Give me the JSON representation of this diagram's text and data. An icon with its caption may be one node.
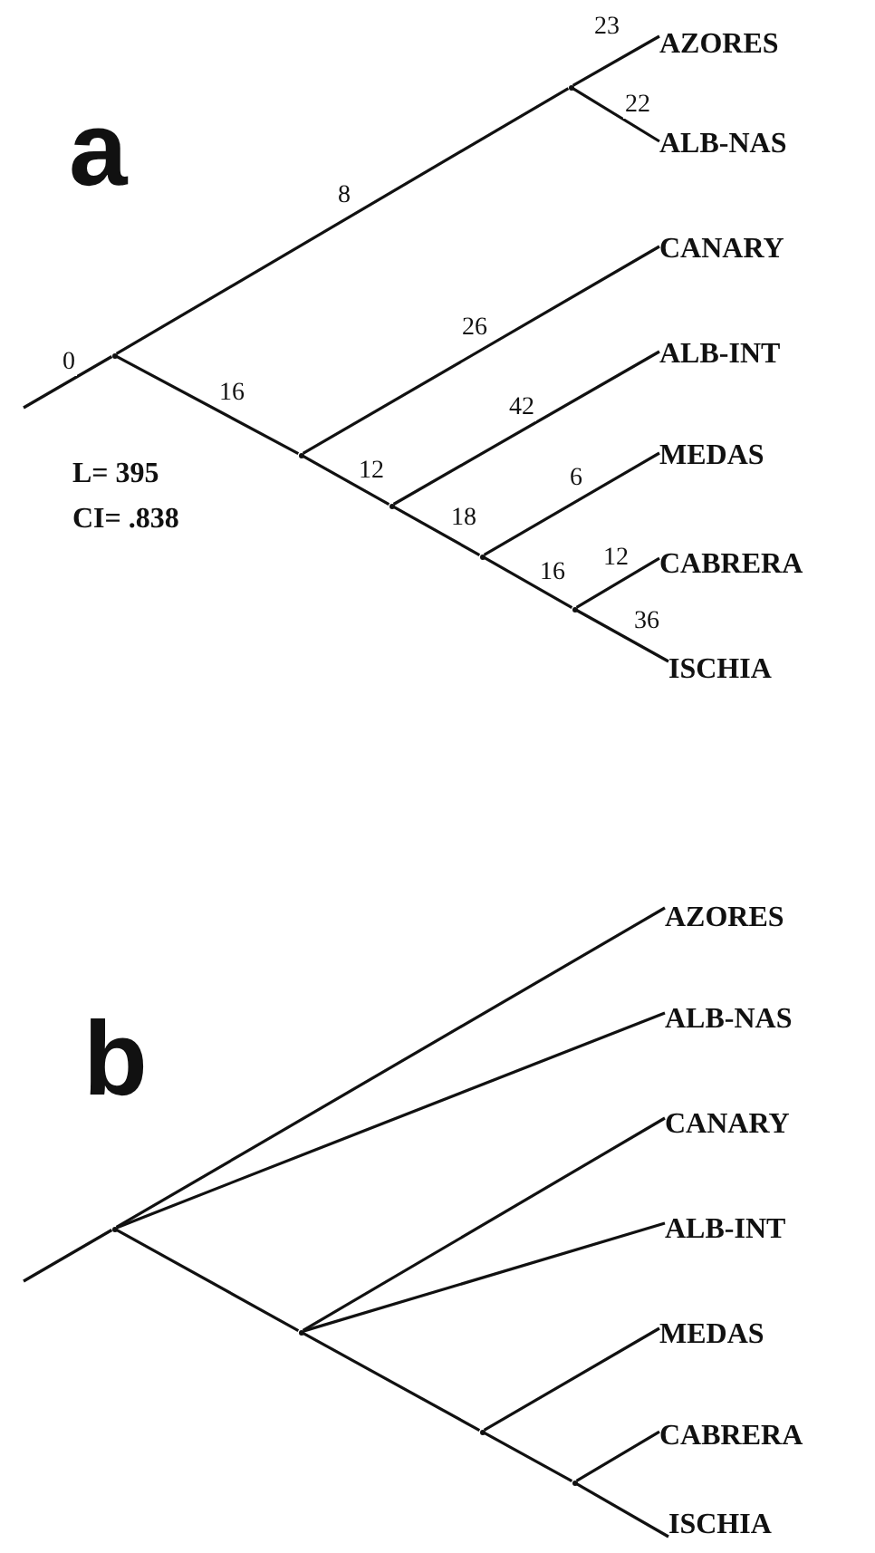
{
  "diagram": {
    "nodes": [
      {
        "text": [],
        "shape": "point"
      },
      {
        "text": [],
        "shape": "point"
      },
      {
        "text": [
          "AZORES"
        ]
      },
      {
        "text": [
          "ALB-NAS"
        ]
      },
      {
        "text": [],
        "shape": "point"
      },
      {
        "text": [
          "CANARY"
        ]
      },
      {
        "text": [],
        "shape": "point"
      },
      {
        "text": [
          "ALB-INT"
        ]
      },
      {
        "text": [],
        "shape": "point"
      },
      {
        "text": [
          "MEDAS"
        ]
      },
      {
        "text": [],
        "shape": "point"
      },
      {
        "text": [
          "CABRERA"
        ]
      },
      {
        "text": [
          "ISCHIA"
        ]
      },
      {
        "text": [],
        "shape": "point"
      },
      {
        "text": [
          "AZORES"
        ]
      },
      {
        "text": [
          "ALB-NAS"
        ]
      },
      {
        "text": [],
        "shape": "point"
      },
      {
        "text": [
          "CANARY"
        ]
      },
      {
        "text": [
          "ALB-INT"
        ]
      },
      {
        "text": [],
        "shape": "point"
      },
      {
        "text": [
          "MEDAS"
        ]
      },
      {
        "text": [],
        "shape": "point"
      },
      {
        "text": [
          "CABRERA"
        ]
      },
      {
        "text": [
          "ISCHIA"
        ]
      }
    ],
    "edges": [
      {
        "from": null,
        "to": 0,
        "arrow": "none",
        "label": "0"
      },
      {
        "from": 0,
        "to": 1,
        "arrow": "none",
        "label": "8"
      },
      {
        "from": 1,
        "to": 2,
        "arrow": "none",
        "label": "23"
      },
      {
        "from": 1,
        "to": 3,
        "arrow": "none",
        "label": "22"
      },
      {
        "from": 0,
        "to": 4,
        "arrow": "none",
        "label": "16"
      },
      {
        "from": 4,
        "to": 5,
        "arrow": "none",
        "label": "26"
      },
      {
        "from": 4,
        "to": 6,
        "arrow": "none",
        "label": "12"
      },
      {
        "from": 6,
        "to": 7,
        "arrow": "none",
        "label": "42"
      },
      {
        "from": 6,
        "to": 8,
        "arrow": "none",
        "label": "18"
      },
      {
        "from": 8,
        "to": 9,
        "arrow": "none",
        "label": "6"
      },
      {
        "from": 8,
        "to": 10,
        "arrow": "none",
        "label": "16"
      },
      {
        "from": 10,
        "to": 11,
        "arrow": "none",
        "label": "12"
      },
      {
        "from": 10,
        "to": 12,
        "arrow": "none",
        "label": "36"
      },
      {
        "from": null,
        "to": 13,
        "arrow": "none"
      },
      {
        "from": 13,
        "to": 14,
        "arrow": "none"
      },
      {
        "from": 13,
        "to": 15,
        "arrow": "none"
      },
      {
        "from": 13,
        "to": 16,
        "arrow": "none"
      },
      {
        "from": 16,
        "to": 17,
        "arrow": "none"
      },
      {
        "from": 16,
        "to": 18,
        "arrow": "none"
      },
      {
        "from": 16,
        "to": 19,
        "arrow": "none"
      },
      {
        "from": 19,
        "to": 20,
        "arrow": "none"
      },
      {
        "from": 19,
        "to": 21,
        "arrow": "none"
      },
      {
        "from": 21,
        "to": 22,
        "arrow": "none"
      },
      {
        "from": 21,
        "to": 23,
        "arrow": "none"
      }
    ],
    "labels": [
      "a",
      "L= 395",
      "CI= .838",
      "b"
    ]
  }
}
